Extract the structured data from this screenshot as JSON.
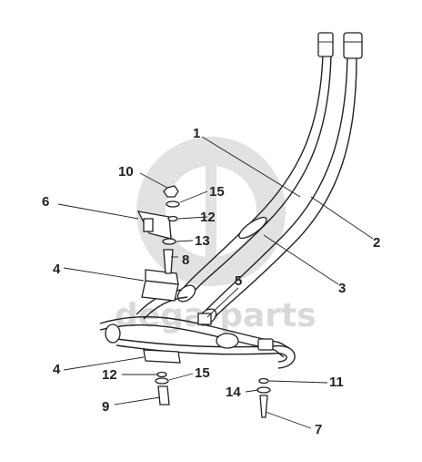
{
  "watermark": {
    "logo_text": "GD",
    "text": "dega-parts"
  },
  "callouts": [
    {
      "id": "c1",
      "label": "1"
    },
    {
      "id": "c2",
      "label": "2"
    },
    {
      "id": "c3",
      "label": "3"
    },
    {
      "id": "c4a",
      "label": "4"
    },
    {
      "id": "c4b",
      "label": "4"
    },
    {
      "id": "c5",
      "label": "5"
    },
    {
      "id": "c6",
      "label": "6"
    },
    {
      "id": "c7",
      "label": "7"
    },
    {
      "id": "c8",
      "label": "8"
    },
    {
      "id": "c9",
      "label": "9"
    },
    {
      "id": "c10",
      "label": "10"
    },
    {
      "id": "c11",
      "label": "11"
    },
    {
      "id": "c12a",
      "label": "12"
    },
    {
      "id": "c12b",
      "label": "12"
    },
    {
      "id": "c13",
      "label": "13"
    },
    {
      "id": "c14",
      "label": "14"
    },
    {
      "id": "c15a",
      "label": "15"
    },
    {
      "id": "c15b",
      "label": "15"
    }
  ]
}
